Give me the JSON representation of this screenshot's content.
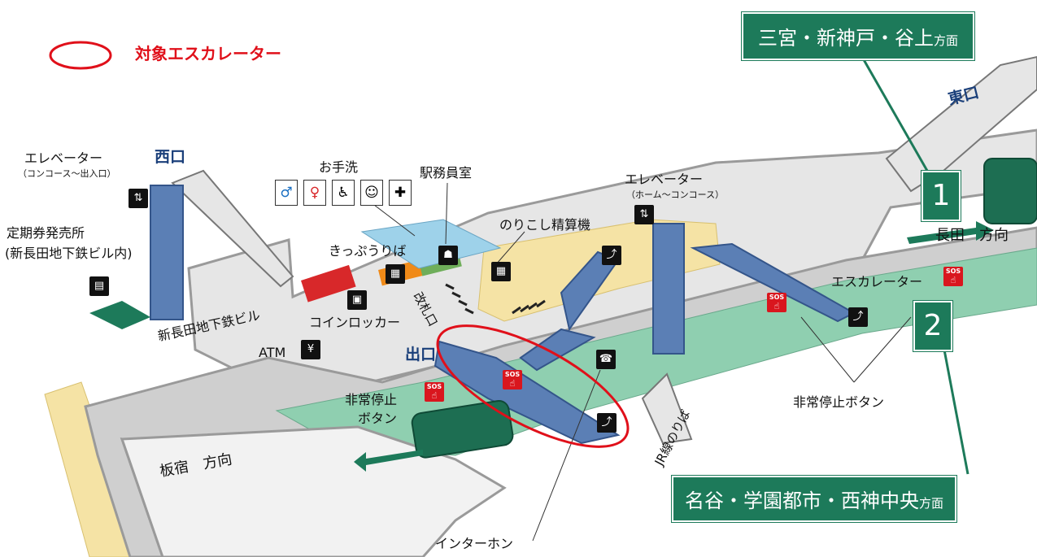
{
  "legend": {
    "label": "対象エスカレーター"
  },
  "directions": {
    "north": {
      "main": "三宮・新神戸・谷上",
      "suffix": "方面"
    },
    "south": {
      "main": "名谷・学園都市・西神中央",
      "suffix": "方面"
    }
  },
  "platforms": {
    "one": "1",
    "two": "2"
  },
  "exits": {
    "west": "西口",
    "east": "東口",
    "main": "出口",
    "ticket_gate": "改札口"
  },
  "labels": {
    "elevator_concourse": "エレベーター",
    "elevator_concourse_sub": "（コンコース～出入口）",
    "elevator_home": "エレベーター",
    "elevator_home_sub": "（ホーム～コンコース）",
    "commuter_pass": "定期券発売所",
    "commuter_pass_sub": "(新長田地下鉄ビル内)",
    "building": "新長田地下鉄ビル",
    "toilet": "お手洗",
    "station_office": "駅務員室",
    "ticket_sales": "きっぷうりば",
    "fare_adjust": "のりこし精算機",
    "coin_locker": "コインロッカー",
    "atm": "ATM",
    "escalator": "エスカレーター",
    "emergency_stop_a": "非常停止",
    "emergency_stop_b": "ボタン",
    "emergency_stop_right": "非常停止ボタン",
    "intercom": "インターホン",
    "jr_transfer": "JR線のりば",
    "nagata_dir": "長田　方向",
    "itayado_dir": "板宿　方向"
  },
  "colors": {
    "direction_green": "#1d7a5a",
    "platform_green": "#8fcfb0",
    "concourse_beige": "#f5e3a5",
    "legend_red": "#e0101a",
    "track_gray": "#9a9a9a",
    "escalator_blue": "#5b7fb5",
    "ticket_red": "#d8282a",
    "ticket_orange": "#f08a18",
    "ticket_green": "#6fae5a",
    "office_blue": "#9ed2ea"
  }
}
